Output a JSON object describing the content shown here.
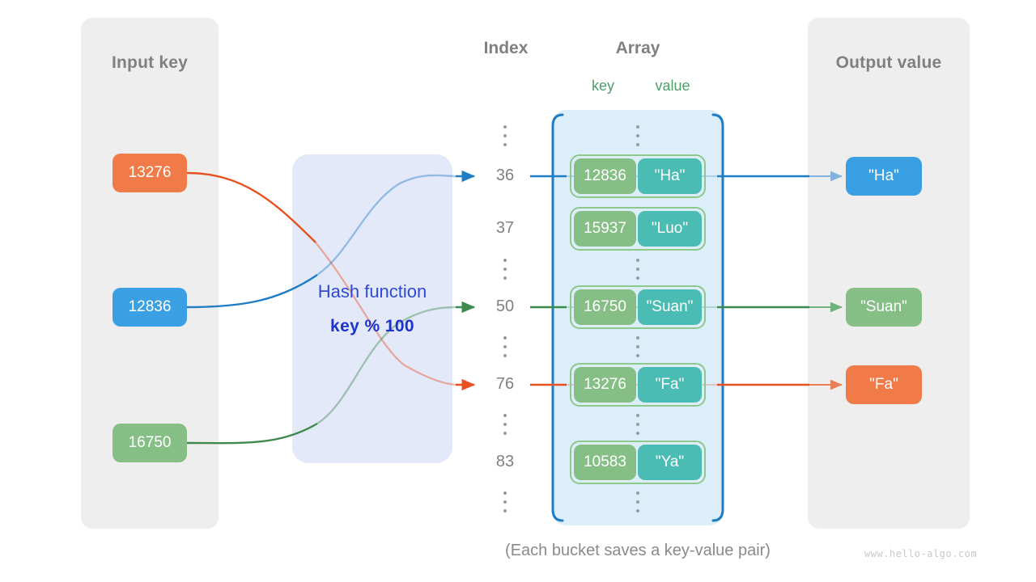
{
  "panels": {
    "input": {
      "title": "Input key"
    },
    "output": {
      "title": "Output value"
    }
  },
  "headers": {
    "index": "Index",
    "array": "Array",
    "key": "key",
    "value": "value"
  },
  "hash_function": {
    "name": "Hash function",
    "formula": "key % 100"
  },
  "input_keys": [
    {
      "label": "13276",
      "color": "#f07a48"
    },
    {
      "label": "12836",
      "color": "#3aa0e3"
    },
    {
      "label": "16750",
      "color": "#86bf85"
    }
  ],
  "output_values": [
    {
      "label": "\"Ha\"",
      "color": "#3aa0e3"
    },
    {
      "label": "\"Suan\"",
      "color": "#86bf85"
    },
    {
      "label": "\"Fa\"",
      "color": "#f07a48"
    }
  ],
  "array_rows": [
    {
      "index": "",
      "ellipsis": true
    },
    {
      "index": "36",
      "key": "12836",
      "value": "\"Ha\""
    },
    {
      "index": "37",
      "key": "15937",
      "value": "\"Luo\""
    },
    {
      "index": "",
      "ellipsis": true
    },
    {
      "index": "50",
      "key": "16750",
      "value": "\"Suan\""
    },
    {
      "index": "",
      "ellipsis": true
    },
    {
      "index": "76",
      "key": "13276",
      "value": "\"Fa\""
    },
    {
      "index": "",
      "ellipsis": true
    },
    {
      "index": "83",
      "key": "10583",
      "value": "\"Ya\""
    },
    {
      "index": "",
      "ellipsis": true
    }
  ],
  "indices": {
    "i0": "36",
    "i1": "37",
    "i2": "50",
    "i3": "76",
    "i4": "83"
  },
  "buckets": {
    "b0": {
      "key": "12836",
      "value": "\"Ha\""
    },
    "b1": {
      "key": "15937",
      "value": "\"Luo\""
    },
    "b2": {
      "key": "16750",
      "value": "\"Suan\""
    },
    "b3": {
      "key": "13276",
      "value": "\"Fa\""
    },
    "b4": {
      "key": "10583",
      "value": "\"Ya\""
    }
  },
  "caption": "(Each bucket saves a key-value pair)",
  "watermark": "www.hello-algo.com",
  "colors": {
    "orange": "#f07a48",
    "blue": "#3aa0e3",
    "green": "#86bf85",
    "teal": "#4bbcb3",
    "array_fill": "#ddeefb",
    "array_bracket": "#1f7dc4",
    "hash_fill": "#e4e9f9",
    "hash_text": "#2f49d6",
    "panel_fill": "#eeeeee",
    "header_gray": "#808080",
    "kv_green": "#4d9e68",
    "wire_blue": "#1f7dc4",
    "wire_green": "#3d8a4e",
    "wire_orange": "#e8501f"
  }
}
